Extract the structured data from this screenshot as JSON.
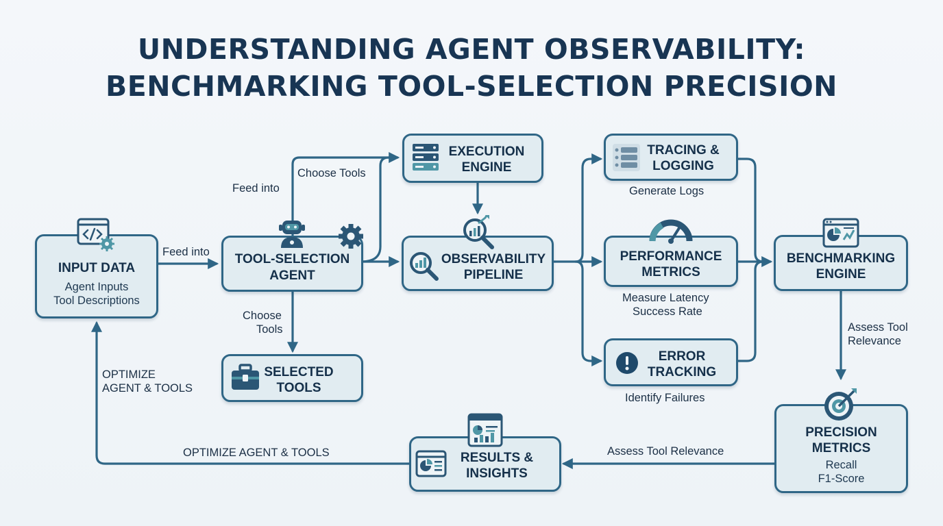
{
  "title": {
    "line1": "UNDERSTANDING AGENT OBSERVABILITY:",
    "line2": "BENCHMARKING TOOL-SELECTION PRECISION"
  },
  "nodes": {
    "input_data": {
      "title": "INPUT DATA",
      "lines": [
        "Agent Inputs",
        "Tool Descriptions"
      ]
    },
    "tool_agent": {
      "title_l1": "TOOL-SELECTION",
      "title_l2": "AGENT"
    },
    "selected_tools": {
      "title_l1": "SELECTED",
      "title_l2": "TOOLS"
    },
    "execution_engine": {
      "title_l1": "EXECUTION",
      "title_l2": "ENGINE"
    },
    "observability": {
      "title_l1": "OBSERVABILITY",
      "title_l2": "PIPELINE"
    },
    "tracing": {
      "title_l1": "TRACING &",
      "title_l2": "LOGGING"
    },
    "performance": {
      "title_l1": "PERFORMANCE",
      "title_l2": "METRICS"
    },
    "error": {
      "title_l1": "ERROR",
      "title_l2": "TRACKING"
    },
    "benchmarking": {
      "title_l1": "BENCHMARKING",
      "title_l2": "ENGINE"
    },
    "precision": {
      "title_l1": "PRECISION",
      "title_l2": "METRICS",
      "lines": [
        "Recall",
        "F1-Score"
      ]
    },
    "results": {
      "title_l1": "RESULTS &",
      "title_l2": "INSIGHTS"
    }
  },
  "edge_labels": {
    "feed_into_main": "Feed into",
    "feed_into_upper": "Feed into",
    "choose_tools_upper": "Choose Tools",
    "choose_tools_down_l1": "Choose",
    "choose_tools_down_l2": "Tools",
    "generate_logs": "Generate Logs",
    "measure_latency_l1": "Measure Latency",
    "measure_latency_l2": "Success Rate",
    "identify_failures": "Identify Failures",
    "assess_right_l1": "Assess Tool",
    "assess_right_l2": "Relevance",
    "assess_bottom": "Assess Tool Relevance",
    "optimize_bottom": "OPTIMIZE AGENT & TOOLS",
    "optimize_left_l1": "OPTIMIZE",
    "optimize_left_l2": "AGENT & TOOLS"
  },
  "colors": {
    "line": "#2f6686",
    "box_fill": "#e1ecf1",
    "icon_dark": "#2b5675",
    "icon_teal": "#4f97a6"
  },
  "icons": [
    "code-gear-icon",
    "robot-icon",
    "gear-icon",
    "toolbox-icon",
    "server-rack-icon",
    "magnifier-chart-icon",
    "magnifier-analytics-icon",
    "log-list-icon",
    "gauge-icon",
    "alert-icon",
    "dashboard-icon",
    "target-icon",
    "report-icon",
    "chart-window-icon"
  ]
}
